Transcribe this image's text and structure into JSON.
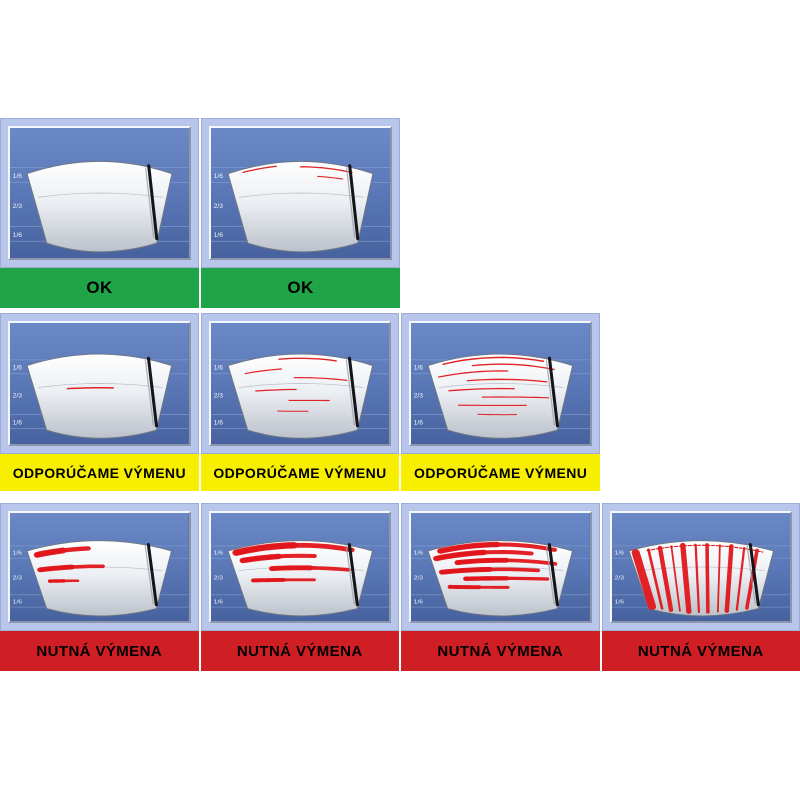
{
  "legend": {
    "ok": {
      "label": "OK",
      "bg": "#1fa447",
      "text": "#000000"
    },
    "recommend": {
      "label": "ODPORÚČAME VÝMENU",
      "bg": "#f8ee00",
      "text": "#000000"
    },
    "replace": {
      "label": "NUTNÁ VÝMENA",
      "bg": "#d01f24",
      "text": "#000000"
    }
  },
  "scale_labels": [
    "1/6",
    "2/3",
    "1/6"
  ],
  "colors": {
    "streak": "#e0161b",
    "panel_top": "#6b89c6",
    "panel_bottom": "#47629e",
    "frame": "#b9c6ec",
    "ok_green": "#1fa447",
    "warn_yellow": "#f8ee00",
    "bad_red": "#d01f24"
  },
  "rows": [
    {
      "name": "ok-row",
      "cells": [
        {
          "status": "ok",
          "streaks": []
        },
        {
          "status": "ok",
          "streaks": [
            [
              0.04,
              0.1,
              0.33,
              1.5
            ],
            [
              0.06,
              0.5,
              0.86,
              1.5
            ],
            [
              0.16,
              0.62,
              0.8,
              1.2
            ]
          ]
        }
      ]
    },
    {
      "name": "recommend-row",
      "cells": [
        {
          "status": "recommend",
          "streaks": [
            [
              0.4,
              0.25,
              0.6,
              1.8
            ]
          ]
        },
        {
          "status": "recommend",
          "streaks": [
            [
              0.05,
              0.35,
              0.75,
              1.7
            ],
            [
              0.17,
              0.1,
              0.36,
              1.5
            ],
            [
              0.28,
              0.45,
              0.84,
              1.5
            ],
            [
              0.42,
              0.15,
              0.46,
              1.5
            ],
            [
              0.55,
              0.4,
              0.72,
              1.4
            ],
            [
              0.68,
              0.3,
              0.55,
              1.2
            ]
          ]
        },
        {
          "status": "recommend",
          "streaks": [
            [
              0.04,
              0.1,
              0.8,
              1.8
            ],
            [
              0.12,
              0.3,
              0.88,
              1.6
            ],
            [
              0.2,
              0.05,
              0.55,
              1.6
            ],
            [
              0.3,
              0.25,
              0.84,
              1.6
            ],
            [
              0.41,
              0.1,
              0.6,
              1.6
            ],
            [
              0.51,
              0.35,
              0.87,
              1.5
            ],
            [
              0.61,
              0.15,
              0.7,
              1.4
            ],
            [
              0.72,
              0.3,
              0.62,
              1.3
            ]
          ]
        }
      ]
    },
    {
      "name": "replace-row",
      "cells": [
        {
          "status": "replace",
          "streaks": [
            [
              0.1,
              0.06,
              0.42,
              6
            ],
            [
              0.34,
              0.05,
              0.52,
              5
            ],
            [
              0.53,
              0.1,
              0.32,
              3.5
            ]
          ]
        },
        {
          "status": "replace",
          "streaks": [
            [
              0.06,
              0.05,
              0.86,
              6.5
            ],
            [
              0.2,
              0.08,
              0.6,
              5.5
            ],
            [
              0.36,
              0.28,
              0.86,
              5
            ],
            [
              0.52,
              0.12,
              0.6,
              4
            ]
          ]
        },
        {
          "status": "replace",
          "streaks": [
            [
              0.05,
              0.08,
              0.88,
              5.5
            ],
            [
              0.15,
              0.04,
              0.72,
              5.5
            ],
            [
              0.26,
              0.18,
              0.9,
              5
            ],
            [
              0.38,
              0.05,
              0.78,
              5
            ],
            [
              0.5,
              0.22,
              0.86,
              4.5
            ],
            [
              0.62,
              0.08,
              0.55,
              4
            ]
          ]
        },
        {
          "status": "replace",
          "pattern": "vertical",
          "bands": [
            [
              0.04,
              9
            ],
            [
              0.13,
              3
            ],
            [
              0.21,
              5
            ],
            [
              0.29,
              2
            ],
            [
              0.37,
              6
            ],
            [
              0.46,
              2.5
            ],
            [
              0.54,
              4
            ],
            [
              0.63,
              2
            ],
            [
              0.71,
              5
            ],
            [
              0.8,
              2.5
            ],
            [
              0.89,
              4
            ]
          ]
        }
      ]
    }
  ]
}
